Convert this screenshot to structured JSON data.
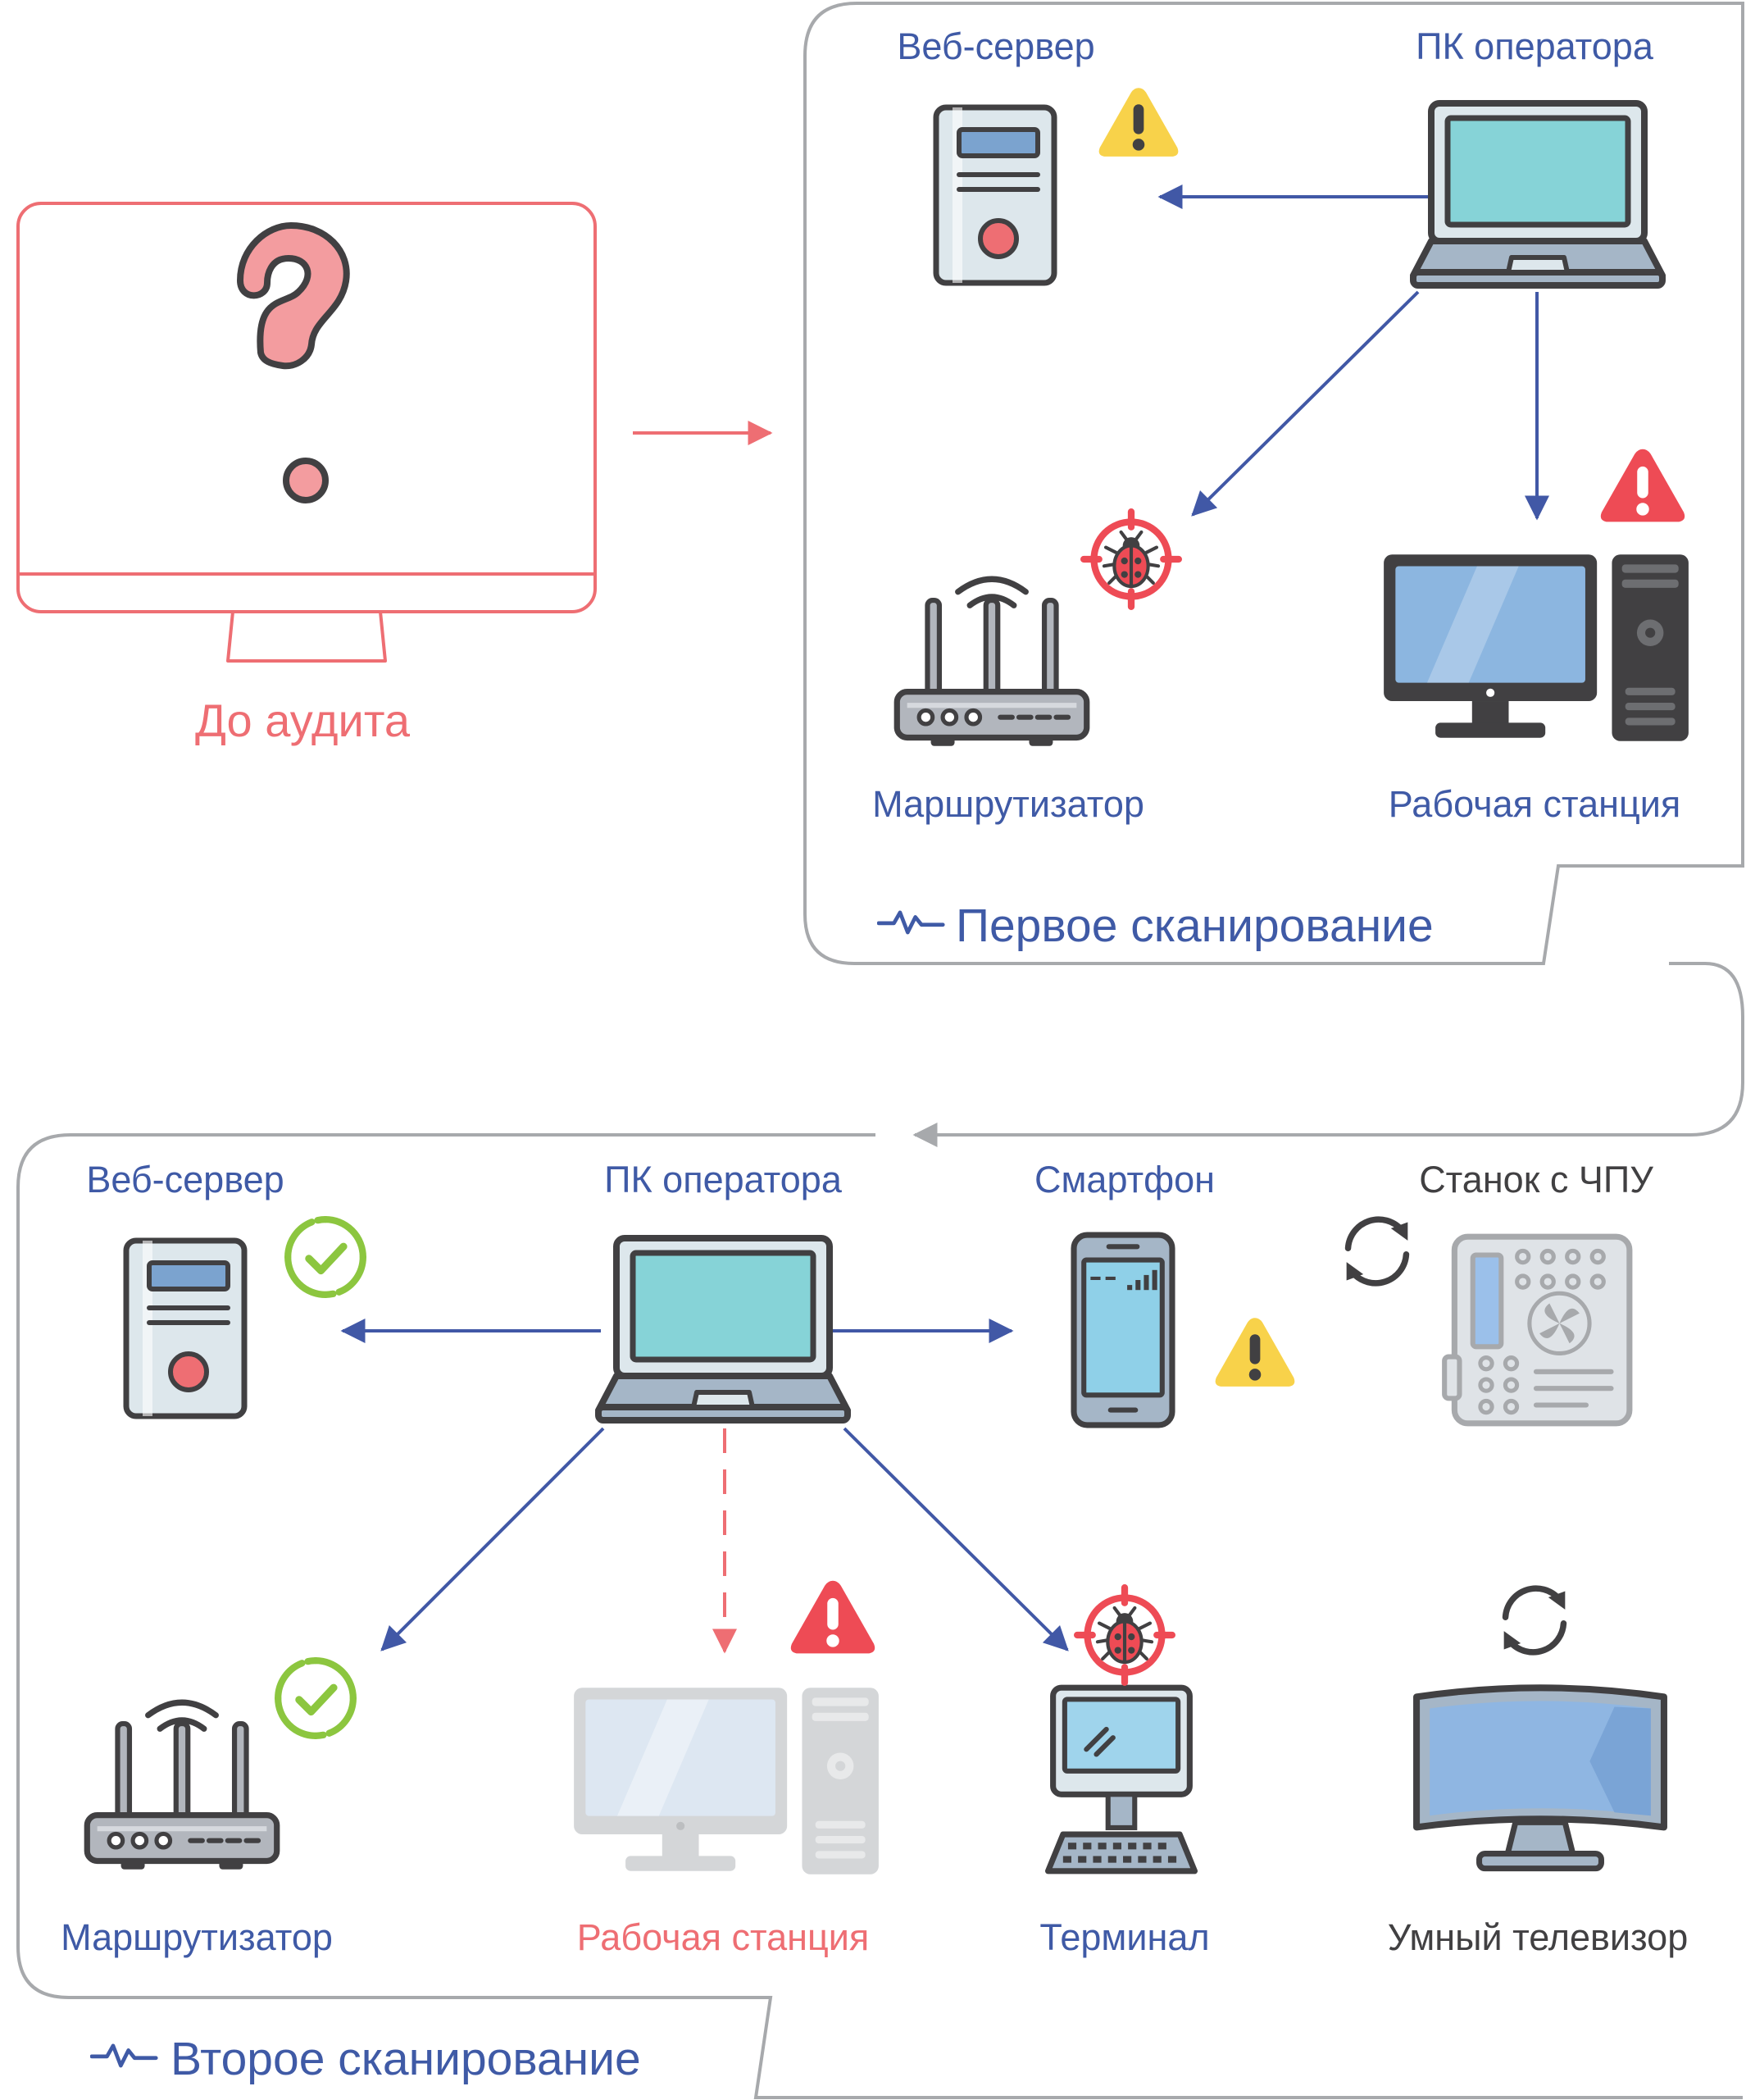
{
  "before_audit": {
    "label": "До аудита",
    "icon": "question-monitor-icon",
    "color": "#ee6e73"
  },
  "first_scan": {
    "title": "Первое сканирование",
    "icon": "pulse-icon",
    "nodes": {
      "web_server": {
        "label": "Веб-сервер",
        "status": "warning"
      },
      "operator_pc": {
        "label": "ПК оператора"
      },
      "router": {
        "label": "Маршрутизатор",
        "status": "bug"
      },
      "workstation": {
        "label": "Рабочая станция",
        "status": "critical"
      }
    }
  },
  "second_scan": {
    "title": "Второе сканирование",
    "icon": "pulse-icon",
    "nodes": {
      "web_server": {
        "label": "Веб-сервер",
        "status": "ok"
      },
      "operator_pc": {
        "label": "ПК оператора"
      },
      "smartphone": {
        "label": "Смартфон",
        "status": "warning"
      },
      "cnc": {
        "label": "Станок с ЧПУ",
        "status": "syncing"
      },
      "router": {
        "label": "Маршрутизатор",
        "status": "ok"
      },
      "workstation": {
        "label": "Рабочая станция",
        "status": "critical-unreachable"
      },
      "terminal": {
        "label": "Терминал",
        "status": "bug"
      },
      "smart_tv": {
        "label": "Умный телевизор",
        "status": "syncing"
      }
    }
  },
  "colors": {
    "blue_text": "#3f5aa6",
    "arrow_blue": "#4158a6",
    "red": "#ee6e73",
    "green": "#8cc63f",
    "warning_yellow": "#f8d24a",
    "critical_red": "#ee4b55",
    "gray_outline": "#a7a9ac",
    "dark_outline": "#414042"
  }
}
